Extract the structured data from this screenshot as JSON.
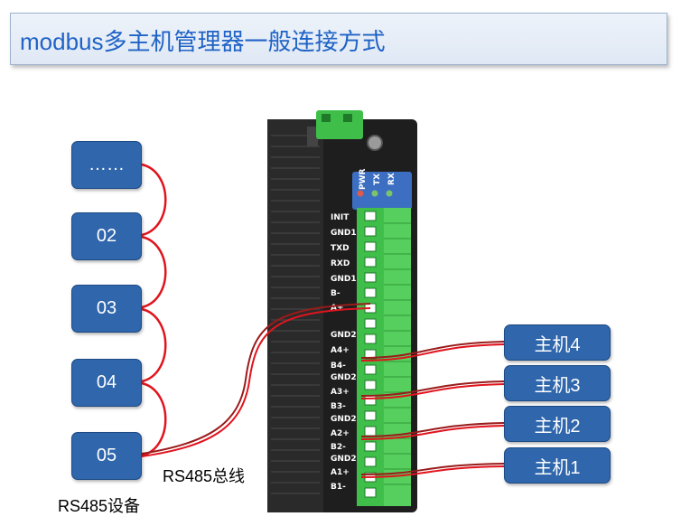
{
  "title": "modbus多主机管理器一般连接方式",
  "devices": [
    "……",
    "02",
    "03",
    "04",
    "05"
  ],
  "device_caption": "RS485设备",
  "bus_caption": "RS485总线",
  "hosts": [
    "主机4",
    "主机3",
    "主机2",
    "主机1"
  ],
  "led_labels": [
    "PWR",
    "TX",
    "RX"
  ],
  "terminals": [
    "INIT",
    "GND1",
    "TXD",
    "RXD",
    "GND1",
    "B-",
    "A+",
    "GND2",
    "A4+",
    "B4-",
    "GND2",
    "A3+",
    "B3-",
    "GND2",
    "A2+",
    "B2-",
    "GND2",
    "A1+",
    "B1-"
  ],
  "colors": {
    "title_text": "#1f63c6",
    "box_fill": "#2f66ac",
    "wire_red": "#e0141e",
    "wire_dark": "#9a1b1b",
    "terminal_green": "#3fbf4a",
    "device_body": "#1e1e1e",
    "led_panel": "#3c6fc2"
  }
}
